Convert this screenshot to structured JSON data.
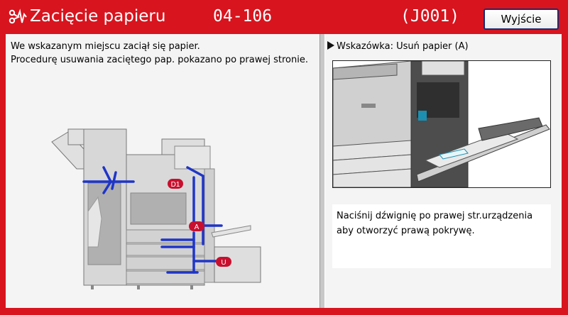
{
  "header": {
    "title": "Zacięcie papieru",
    "error_code": "04-106",
    "jam_code": "(J001)",
    "exit_label": "Wyjście",
    "icon": "paper-jam-icon",
    "background_color": "#d8141e"
  },
  "left_panel": {
    "message_lines": [
      "We wskazanym miejscu zaciął się papier.",
      "Procedurę usuwania zaciętego pap. pokazano po prawej stronie."
    ],
    "diagram": {
      "markers": [
        "D1",
        "A",
        "U"
      ],
      "path_color": "#1f35c8",
      "marker_color": "#c8102e"
    }
  },
  "right_panel": {
    "hint_label": "Wskazówka: Usuń papier (A)",
    "instruction_lines": [
      "Naciśnij dźwignię po prawej str.urządzenia",
      "aby otworzyć prawą pokrywę."
    ]
  }
}
